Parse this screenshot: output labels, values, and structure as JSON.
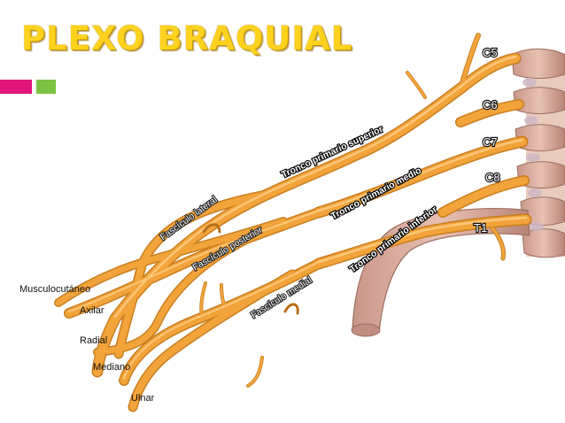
{
  "title": "PLEXO BRAQUIAL",
  "colors": {
    "title": "#ffd21f",
    "accent_pink": "#e0157a",
    "accent_green": "#7dc242",
    "nerve": "#f2a43a",
    "nerve_highlight": "#ffd08a",
    "bone": "#d6a995"
  },
  "roots": {
    "c5": "C5",
    "c6": "C6",
    "c7": "C7",
    "c8": "C8",
    "t1": "T1"
  },
  "trunks": {
    "superior": "Tronco primario superior",
    "middle": "Tronco primario medio",
    "inferior": "Tronco primario inferior"
  },
  "cords": {
    "lateral": "Fascículo lateral",
    "posterior": "Fascículo posterior",
    "medial": "Fascículo medial"
  },
  "nerves": {
    "musculocutaneous": "Musculocutáneo",
    "axillary": "Axilar",
    "radial": "Radial",
    "median": "Mediano",
    "ulnar": "Ulnar"
  }
}
